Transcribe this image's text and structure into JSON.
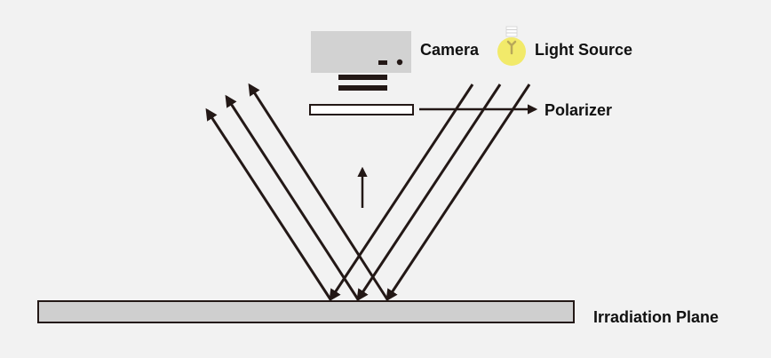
{
  "labels": {
    "camera": "Camera",
    "light_source": "Light Source",
    "polarizer": "Polarizer",
    "irradiation_plane": "Irradiation Plane"
  },
  "colors": {
    "background": "#f2f2f2",
    "stroke": "#231816",
    "camera_body": "#d2d2d2",
    "plane_fill": "#cfcfcf",
    "bulb": "#f2ea6a"
  },
  "icons": {
    "camera": "camera-icon",
    "light_source": "light-bulb-icon"
  }
}
